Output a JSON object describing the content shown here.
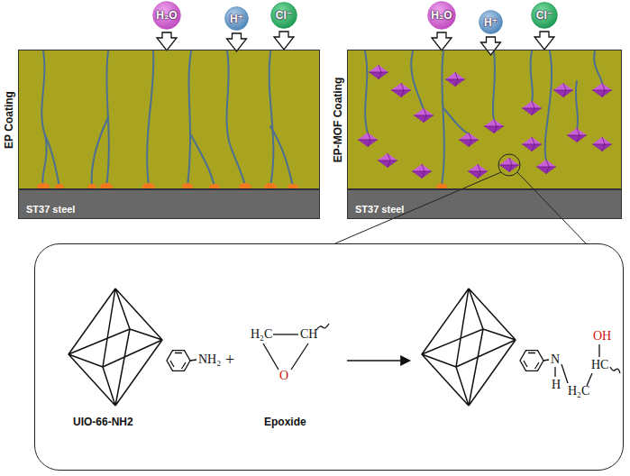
{
  "diagram": {
    "nodes": [
      {
        "text": [
          "H₂O"
        ]
      },
      {
        "text": [
          "H⁺"
        ]
      },
      {
        "text": [
          "Cl⁻"
        ]
      },
      {
        "text": [
          "EP Coating"
        ]
      },
      {
        "text": [
          "ST37 steel"
        ]
      },
      {
        "text": [
          "H₂O"
        ]
      },
      {
        "text": [
          "H⁺"
        ]
      },
      {
        "text": [
          "Cl⁻"
        ]
      },
      {
        "text": [
          "EP-MOF Coating"
        ]
      },
      {
        "text": [
          "ST37 steel"
        ]
      },
      {
        "text": [
          "UIO-66-NH2",
          "Epoxide"
        ]
      }
    ],
    "edges": [
      {
        "from": 0,
        "to": 3,
        "arrow": "to"
      },
      {
        "from": 1,
        "to": 3,
        "arrow": "to"
      },
      {
        "from": 2,
        "to": 3,
        "arrow": "to"
      },
      {
        "from": 5,
        "to": 8,
        "arrow": "to"
      },
      {
        "from": 6,
        "to": 8,
        "arrow": "to"
      },
      {
        "from": 7,
        "to": 8,
        "arrow": "to"
      }
    ],
    "labels": [
      "NH₂",
      "+",
      "H₂C",
      "CH",
      "O",
      "N",
      "H",
      "H₂C",
      "HC",
      "OH"
    ]
  }
}
